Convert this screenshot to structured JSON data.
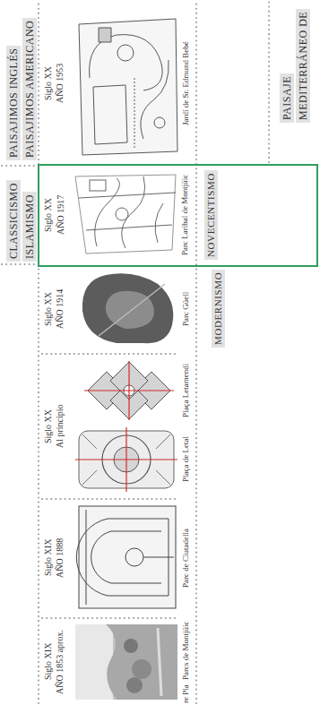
{
  "diagram": {
    "nodes": [
      {
        "text": [
          "CLASSICISMO"
        ]
      },
      {
        "text": [
          "ISLAMISMO"
        ]
      },
      {
        "text": [
          "PAISAJIMOS INGLÉS"
        ]
      },
      {
        "text": [
          "PAISAJIMOS AMERICANO"
        ]
      },
      {
        "text": [
          "Siglo XX",
          "AÑO 1917",
          "Parc Laribal de Montjüic"
        ]
      },
      {
        "text": [
          "NOVECENTISMO"
        ],
        "in": 4
      },
      {
        "text": [
          "MODERNISMO"
        ]
      },
      {
        "text": [
          "PAISAJE"
        ]
      },
      {
        "text": [
          "MEDITERRÁNEO DE"
        ]
      }
    ],
    "labels": [
      "Siglo XIX",
      "AÑO 1853 aprox.",
      "Siglo XIX",
      "AÑO 1888",
      "Siglo XX",
      "Al principio",
      "Siglo XX",
      "AÑO 1914",
      "Siglo XX",
      "AÑO 1953",
      "re Pla",
      "Parcs de Montjüic",
      "Parc de Ciutadella",
      "Plaça de Letal",
      "Plaça Letamendi",
      "Parc Güell",
      "Jardí de Sr. Edmund Bebé"
    ]
  }
}
